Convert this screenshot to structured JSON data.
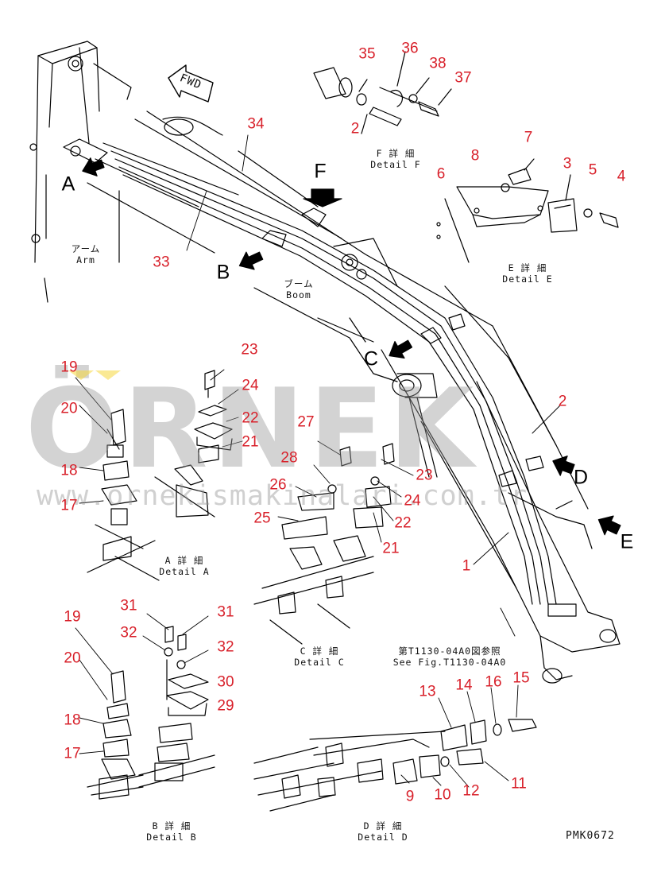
{
  "callouts": {
    "c35": "35",
    "c36": "36",
    "c38": "38",
    "c37": "37",
    "c2f": "2",
    "c34": "34",
    "c8": "8",
    "c7": "7",
    "c3": "3",
    "c6": "6",
    "c5": "5",
    "c4": "4",
    "c33": "33",
    "c2": "2",
    "c1": "1",
    "c23a": "23",
    "c24a": "24",
    "c22a": "22",
    "c21a": "21",
    "c19a": "19",
    "c20a": "20",
    "c18a": "18",
    "c17a": "17",
    "c27": "27",
    "c28": "28",
    "c26": "26",
    "c25": "25",
    "c23c": "23",
    "c24c": "24",
    "c22c": "22",
    "c21c": "21",
    "c31a": "31",
    "c31b": "31",
    "c32a": "32",
    "c32b": "32",
    "c30": "30",
    "c29": "29",
    "c19b": "19",
    "c20b": "20",
    "c18b": "18",
    "c17b": "17",
    "c13": "13",
    "c14": "14",
    "c16": "16",
    "c15": "15",
    "c11": "11",
    "c9": "9",
    "c10": "10",
    "c12": "12"
  },
  "letters": {
    "A": "A",
    "B": "B",
    "C": "C",
    "D": "D",
    "E": "E",
    "F": "F"
  },
  "captions": {
    "fwd": "FWD",
    "arm_jp": "アーム",
    "arm_en": "Arm",
    "boom_jp": "ブーム",
    "boom_en": "Boom",
    "detail_a_jp": "A 詳 細",
    "detail_a_en": "Detail A",
    "detail_b_jp": "B 詳 細",
    "detail_b_en": "Detail B",
    "detail_c_jp": "C 詳 細",
    "detail_c_en": "Detail C",
    "detail_d_jp": "D 詳 細",
    "detail_d_en": "Detail D",
    "detail_e_jp": "E 詳 細",
    "detail_e_en": "Detail E",
    "detail_f_jp": "F 詳 細",
    "detail_f_en": "Detail F",
    "see_jp": "第T1130-04A0図参照",
    "see_en": "See Fig.T1130-04A0",
    "drawing_code": "PMK0672"
  },
  "watermark": {
    "brand": "ÖRNEK",
    "url": "www.ornekismakinalari.com.tr"
  },
  "colors": {
    "callout": "#d8202a",
    "line": "#000000",
    "watermark": "#969696",
    "accent_dot": "#f5d73c"
  }
}
